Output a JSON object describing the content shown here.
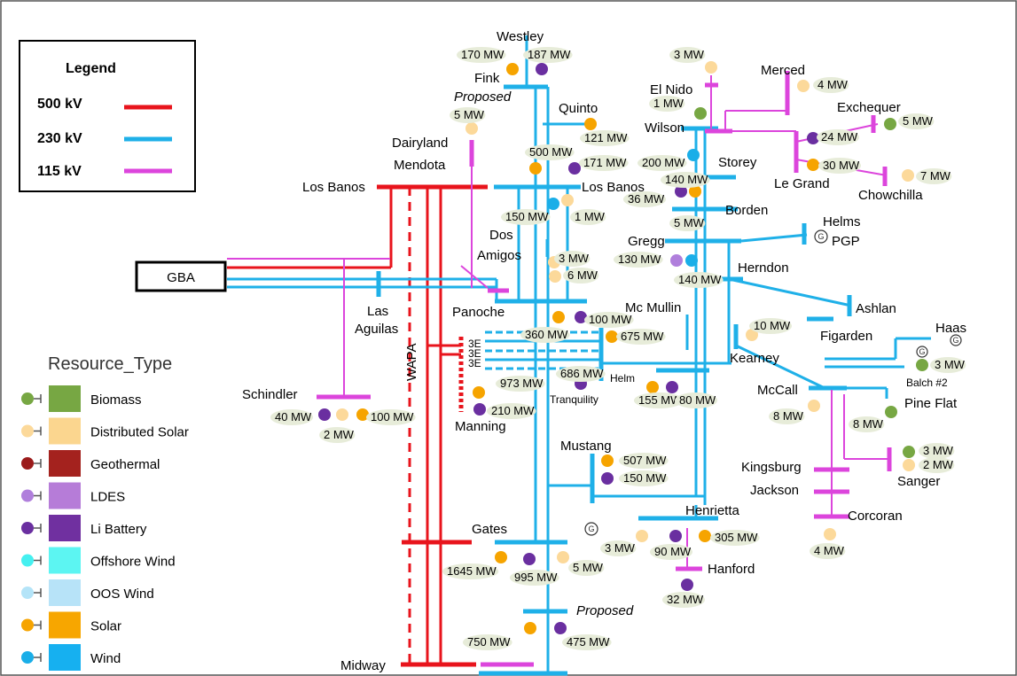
{
  "legend": {
    "title": "Legend",
    "items": [
      {
        "label": "500 kV",
        "color": "#e8141c"
      },
      {
        "label": "230 kV",
        "color": "#1fb0e8"
      },
      {
        "label": "115 kV",
        "color": "#dc45dc"
      }
    ]
  },
  "resource_type": {
    "title": "Resource_Type",
    "items": [
      {
        "label": "Biomass",
        "color": "#77a743",
        "swatch": "#77a743"
      },
      {
        "label": "Distributed Solar",
        "color": "#fcd99a",
        "swatch": "#fbd68f"
      },
      {
        "label": "Geothermal",
        "color": "#9b1b1b",
        "swatch": "#a4221e"
      },
      {
        "label": "LDES",
        "color": "#b07fdc",
        "swatch": "#b67cd8"
      },
      {
        "label": "Li Battery",
        "color": "#6a2fa0",
        "swatch": "#7030a0"
      },
      {
        "label": "Offshore Wind",
        "color": "#45f0f0",
        "swatch": "#5cf5f2"
      },
      {
        "label": "OOS Wind",
        "color": "#b4e4f8",
        "swatch": "#b7e3f8"
      },
      {
        "label": "Solar",
        "color": "#f6a400",
        "swatch": "#f7a600"
      },
      {
        "label": "Wind",
        "color": "#1aaee8",
        "swatch": "#16b0f0"
      }
    ]
  },
  "nodes": {
    "westley": "Westley",
    "fink": "Fink",
    "proposed_top": "Proposed",
    "quinto": "Quinto",
    "dairyland": "Dairyland",
    "mendota": "Mendota",
    "los_banos_left": "Los Banos",
    "los_banos_right": "Los Banos",
    "gba": "GBA",
    "las_aguilas": "Las\nAguilas",
    "dos_amigos": "Dos\nAmigos",
    "panoche": "Panoche",
    "wapa": "WAPA",
    "schindler": "Schindler",
    "manning": "Manning",
    "tranquility": "Tranquility",
    "helm": "Helm",
    "mc_mullin": "Mc Mullin",
    "kearney": "Kearney",
    "el_nido": "El Nido",
    "merced": "Merced",
    "wilson": "Wilson",
    "exchequer": "Exchequer",
    "le_grand": "Le Grand",
    "chowchilla": "Chowchilla",
    "storey": "Storey",
    "borden": "Borden",
    "gregg": "Gregg",
    "helms": "Helms",
    "pgp": "PGP",
    "herndon": "Herndon",
    "ashlan": "Ashlan",
    "figarden": "Figarden",
    "haas": "Haas",
    "balch2": "Balch #2",
    "mccall": "McCall",
    "pine_flat": "Pine Flat",
    "kingsburg": "Kingsburg",
    "jackson": "Jackson",
    "sanger": "Sanger",
    "corcoran": "Corcoran",
    "mustang": "Mustang",
    "gates": "Gates",
    "henrietta": "Henrietta",
    "hanford": "Hanford",
    "proposed_bottom": "Proposed",
    "midway": "Midway"
  },
  "capacities": {
    "fink": "170 MW",
    "westley": "187 MW",
    "dairyland": "5 MW",
    "quinto": "121 MW",
    "lb_500": "500 MW",
    "lb_171": "171 MW",
    "lb_150": "150 MW",
    "lb_1": "1 MW",
    "panoche_3": "3 MW",
    "panoche_6": "6 MW",
    "panoche_360": "360 MW",
    "panoche_100": "100 MW",
    "el_nido_3": "3 MW",
    "el_nido_1": "1 MW",
    "merced": "4 MW",
    "exchequer": "5 MW",
    "le_grand_24": "24 MW",
    "le_grand_30": "30 MW",
    "chowchilla": "7 MW",
    "wilson_200": "200 MW",
    "storey_140": "140 MW",
    "storey_36": "36 MW",
    "borden_5": "5 MW",
    "gregg_130": "130 MW",
    "gregg_140": "140 MW",
    "mcmullin_675": "675 MW",
    "kearney_10": "10 MW",
    "schindler_40": "40 MW",
    "schindler_2": "2 MW",
    "schindler_100": "100 MW",
    "manning_973": "973 MW",
    "manning_686": "686 MW",
    "manning_210": "210 MW",
    "helm_155": "155 MW",
    "helm_80": "80 MW",
    "balch_3": "3 MW",
    "mccall_8": "8 MW",
    "pine_flat_8": "8 MW",
    "sanger_3": "3 MW",
    "sanger_2": "2 MW",
    "mustang_507": "507 MW",
    "mustang_150": "150 MW",
    "corcoran_4": "4 MW",
    "gates_1645": "1645 MW",
    "gates_995": "995 MW",
    "gates_5": "5 MW",
    "henrietta_3": "3 MW",
    "henrietta_90": "90 MW",
    "henrietta_305": "305 MW",
    "hanford_32": "32 MW",
    "midway_750": "750 MW",
    "midway_475": "475 MW"
  }
}
